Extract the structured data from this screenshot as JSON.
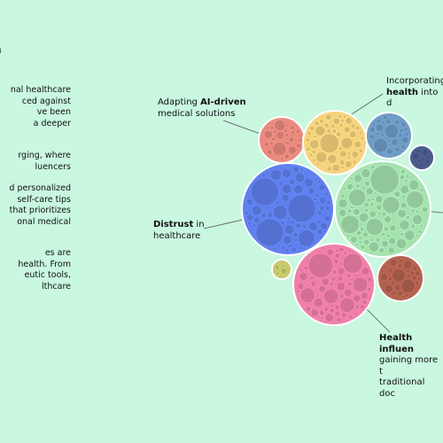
{
  "sidebar": {
    "title_fragment": "h",
    "paragraphs": [
      "nal healthcare\nced against\nve been\na deeper",
      "rging, where\nluencers",
      "d personalized\nself-care tips\nthat prioritizes\nonal medical",
      "es are\nhealth. From\neutic tools,\nlthcare"
    ]
  },
  "labels": {
    "ai": {
      "plain1": "Adapting ",
      "bold": "AI-driven",
      "plain2": "\nmedical solutions"
    },
    "incorp": {
      "plain1": "Incorporating",
      "bold": "health",
      "plain2": " into d"
    },
    "distrust": {
      "bold": "Distrust",
      "plain2": " in\nhealthcare"
    },
    "influencers": {
      "bold": "Health influen",
      "plain2": "\ngaining more t\ntraditional doc"
    }
  },
  "colors": {
    "background": "#c9f7e0",
    "red": "#ea8a7e",
    "yellow": "#f6d27d",
    "steelblue": "#6f9cc6",
    "navy": "#4a5a8a",
    "blue": "#5f80ee",
    "green": "#a6e2b0",
    "olive": "#c5c86a",
    "pink": "#f07fa8",
    "brown": "#b46250"
  }
}
